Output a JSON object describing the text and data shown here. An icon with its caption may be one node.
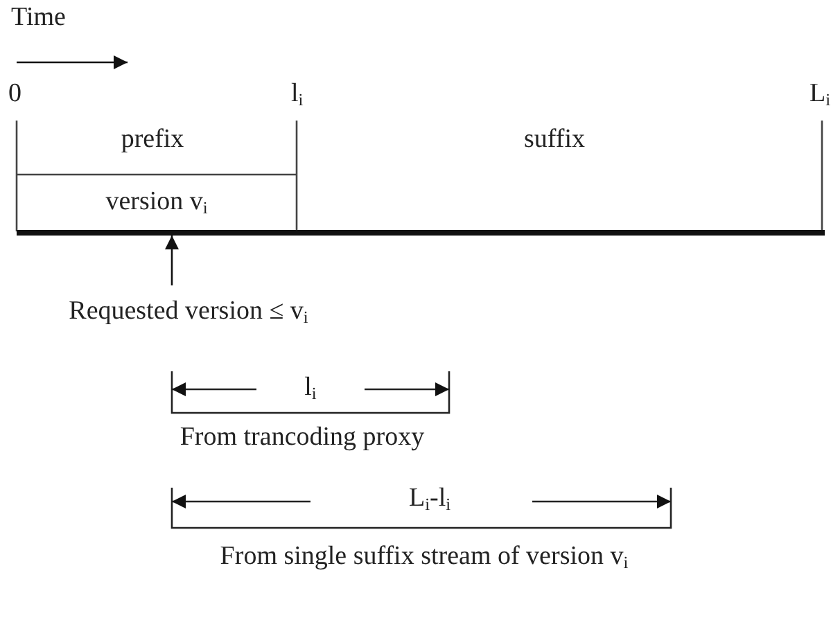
{
  "diagram": {
    "nodes": [
      {
        "text": [
          "version v$_{i}$"
        ]
      },
      {
        "text": [],
        "shape": "bar"
      },
      {
        "text": [
          "Requested version ≤ v$_{i}$"
        ]
      }
    ],
    "edges": [
      {
        "from": 2,
        "to": 1,
        "arrow": "to"
      }
    ],
    "labels": [
      "Time",
      "0",
      "l$_{i}$",
      "L$_{i}$",
      "prefix",
      "suffix",
      "l$_{i}$",
      "From trancoding proxy",
      "L$_{i}$-l$_{i}$",
      "From single suffix stream of version v$_{i}$"
    ]
  }
}
